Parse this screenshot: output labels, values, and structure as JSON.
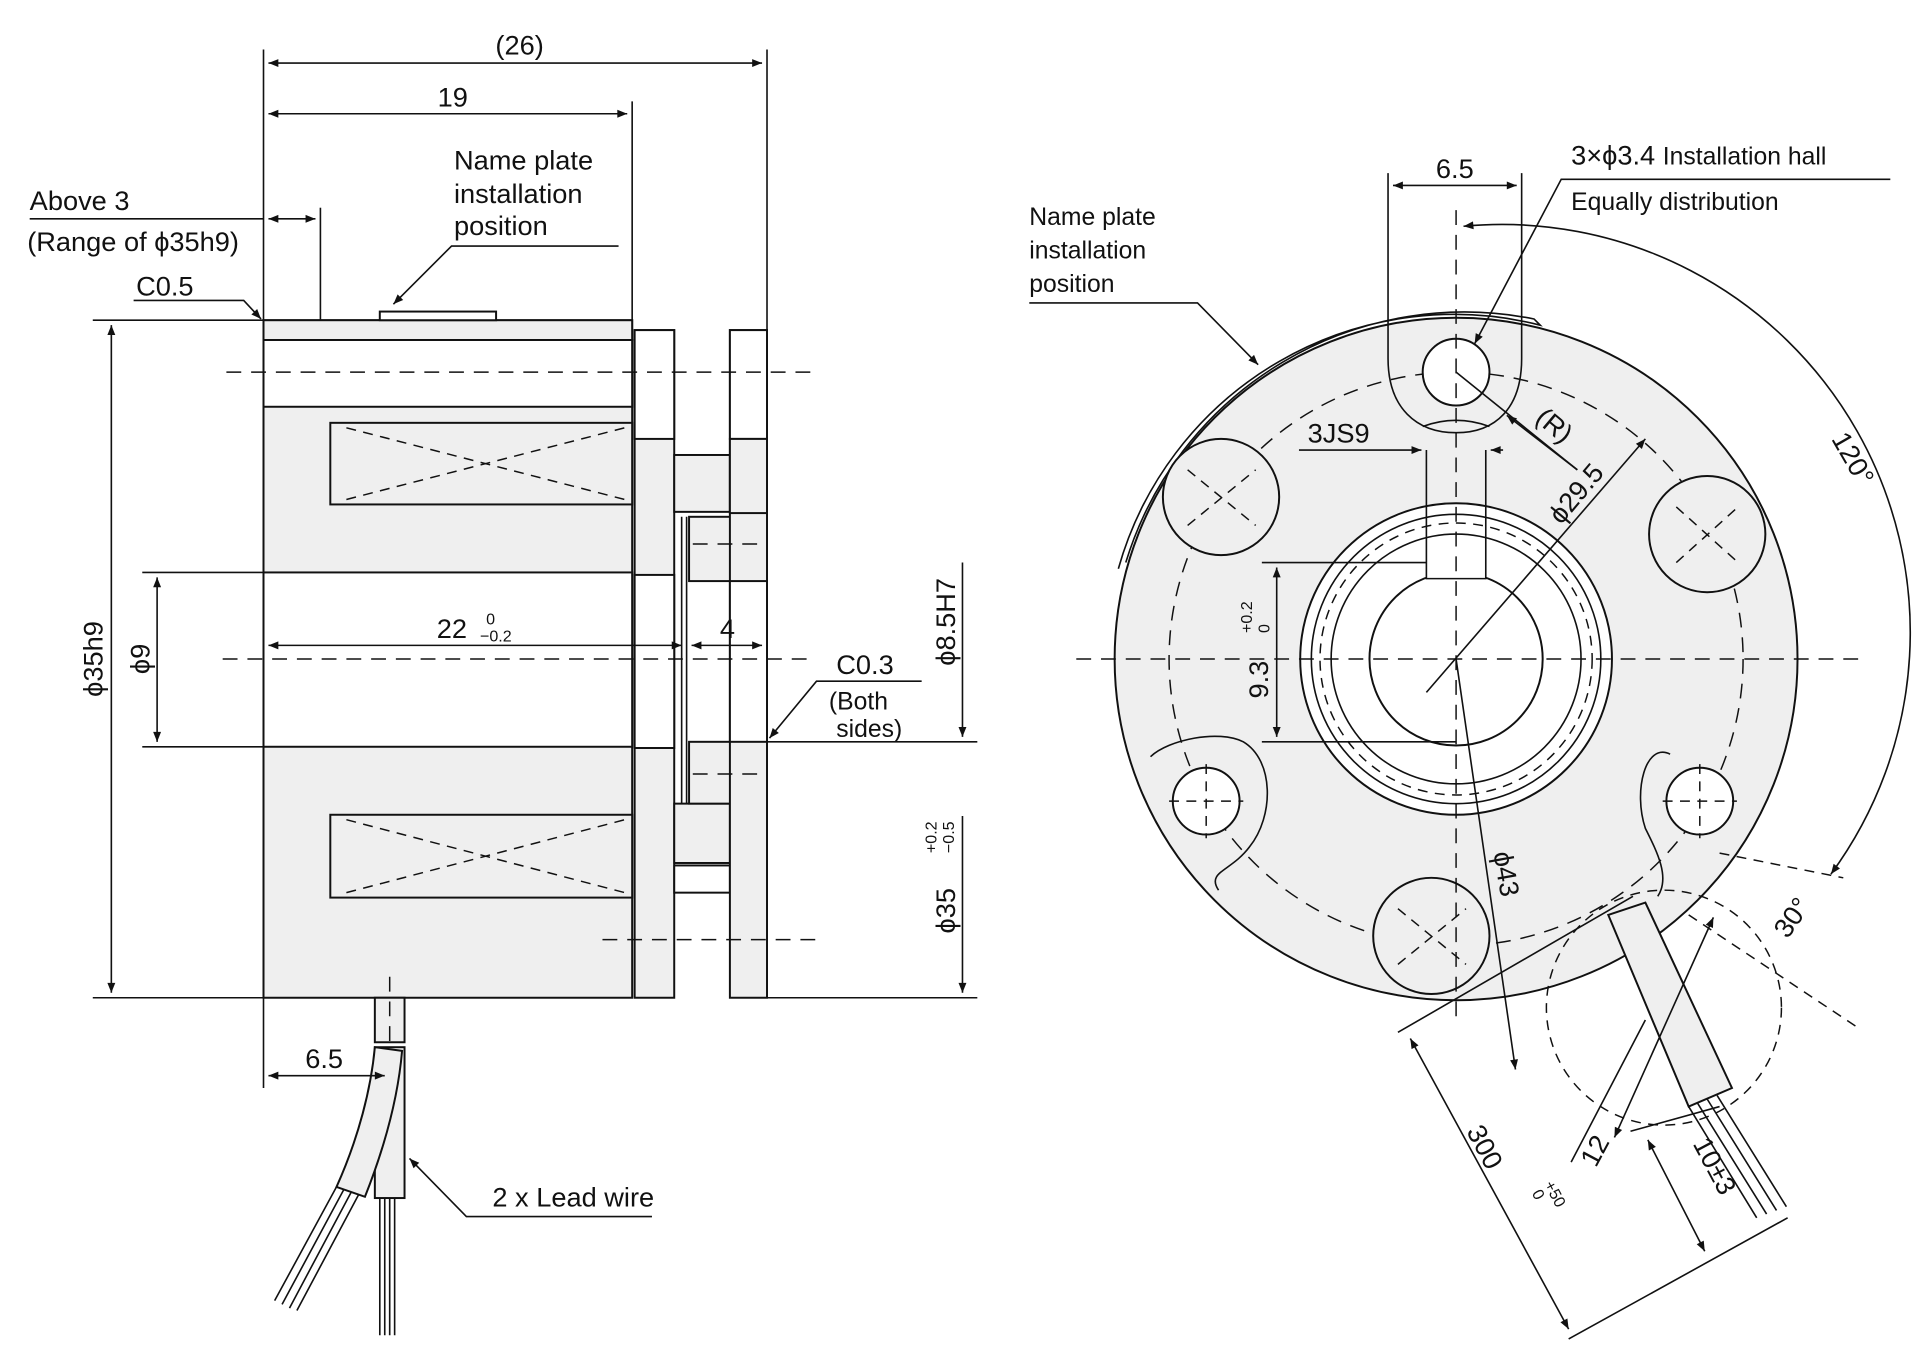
{
  "side_view": {
    "dim_overall": "(26)",
    "dim_body": "19",
    "name_plate_label": [
      "Name plate",
      "installation",
      "position"
    ],
    "above3_label": "Above 3",
    "range_label": "(Range of ϕ35h9)",
    "chamfer_top": "C0.5",
    "dim_outer_dia": "ϕ35h9",
    "dim_bore": "ϕ9",
    "dim_22": "22",
    "dim_22_tol_upper": "0",
    "dim_22_tol_lower": "−0.2",
    "dim_4": "4",
    "chamfer_hub": "C0.3",
    "chamfer_hub_note": [
      "(Both",
      "sides)"
    ],
    "dim_hub_bore": "ϕ8.5H7",
    "dim_35": "ϕ35",
    "dim_35_tol_upper": "+0.2",
    "dim_35_tol_lower": "−0.5",
    "dim_lead_offset": "6.5",
    "lead_wire_label": "2 x Lead wire"
  },
  "front_view": {
    "name_plate_label": [
      "Name plate",
      "installation",
      "position"
    ],
    "dim_slot_width": "6.5",
    "hole_label": "3×ϕ3.4",
    "hole_label_suffix": "Installation hall",
    "hole_note": "Equally distribution",
    "dim_angle_120": "120°",
    "dim_radius": "(R)",
    "dim_key": "3JS9",
    "dim_pcd": "ϕ29.5",
    "dim_key_height": "9.3",
    "dim_key_tol_upper": "+0.2",
    "dim_key_tol_lower": "0",
    "dim_outer": "ϕ43",
    "dim_angle_30": "30°",
    "dim_12": "12",
    "dim_lead_length": "300",
    "dim_lead_tol_upper": "+50",
    "dim_lead_tol_lower": "0",
    "dim_strip": "10±3"
  }
}
